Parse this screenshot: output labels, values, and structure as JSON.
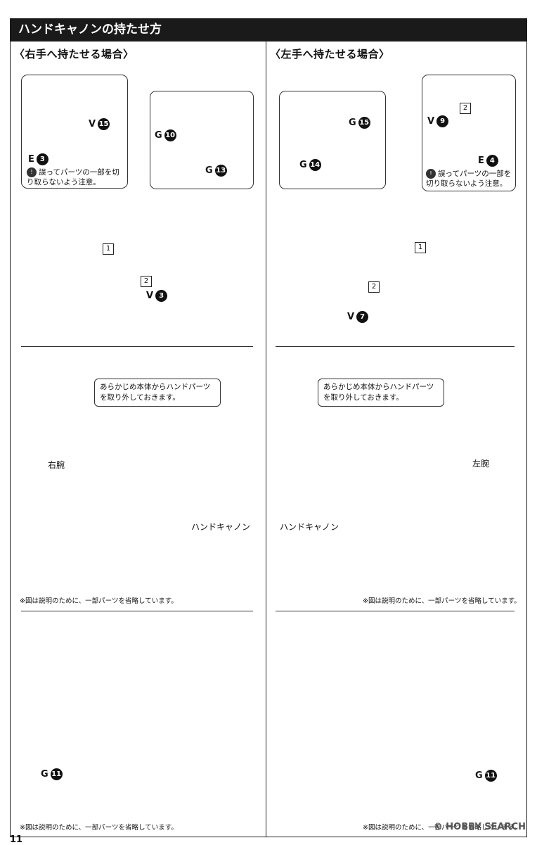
{
  "page": {
    "title": "ハンドキャノンの持たせ方",
    "page_number": "11",
    "watermark": "© HOBBY SEARCH"
  },
  "right_hand": {
    "heading": "〈右手へ持たせる場合〉",
    "note": "誤ってパーツの一部を切り取らないよう注意。",
    "note_icon": "!",
    "labels": {
      "v15": {
        "letter": "V",
        "num": "15"
      },
      "e3": {
        "letter": "E",
        "num": "3"
      },
      "g10": {
        "letter": "G",
        "num": "10"
      },
      "g13": {
        "letter": "G",
        "num": "13"
      },
      "v3": {
        "letter": "V",
        "num": "3"
      },
      "g11": {
        "letter": "G",
        "num": "11"
      }
    },
    "steps": [
      "1",
      "2"
    ],
    "speech": "あらかじめ本体からハンドパーツを取り外しておきます。",
    "arm_label": "右腕",
    "cannon_label": "ハンドキャノン",
    "caption1": "※図は説明のために、一部パーツを省略しています。",
    "caption2": "※図は説明のために、一部パーツを省略しています。"
  },
  "left_hand": {
    "heading": "〈左手へ持たせる場合〉",
    "note": "誤ってパーツの一部を切り取らないよう注意。",
    "note_icon": "!",
    "labels": {
      "g15": {
        "letter": "G",
        "num": "15"
      },
      "v9": {
        "letter": "V",
        "num": "9"
      },
      "g14": {
        "letter": "G",
        "num": "14"
      },
      "e4": {
        "letter": "E",
        "num": "4"
      },
      "v7": {
        "letter": "V",
        "num": "7"
      },
      "g11": {
        "letter": "G",
        "num": "11"
      }
    },
    "steps": [
      "1",
      "2"
    ],
    "speech": "あらかじめ本体からハンドパーツを取り外しておきます。",
    "arm_label": "左腕",
    "cannon_label": "ハンドキャノン",
    "caption1": "※図は説明のために、一部パーツを省略しています。",
    "caption2": "※図は説明のために、一部パーツを省略しています。"
  }
}
